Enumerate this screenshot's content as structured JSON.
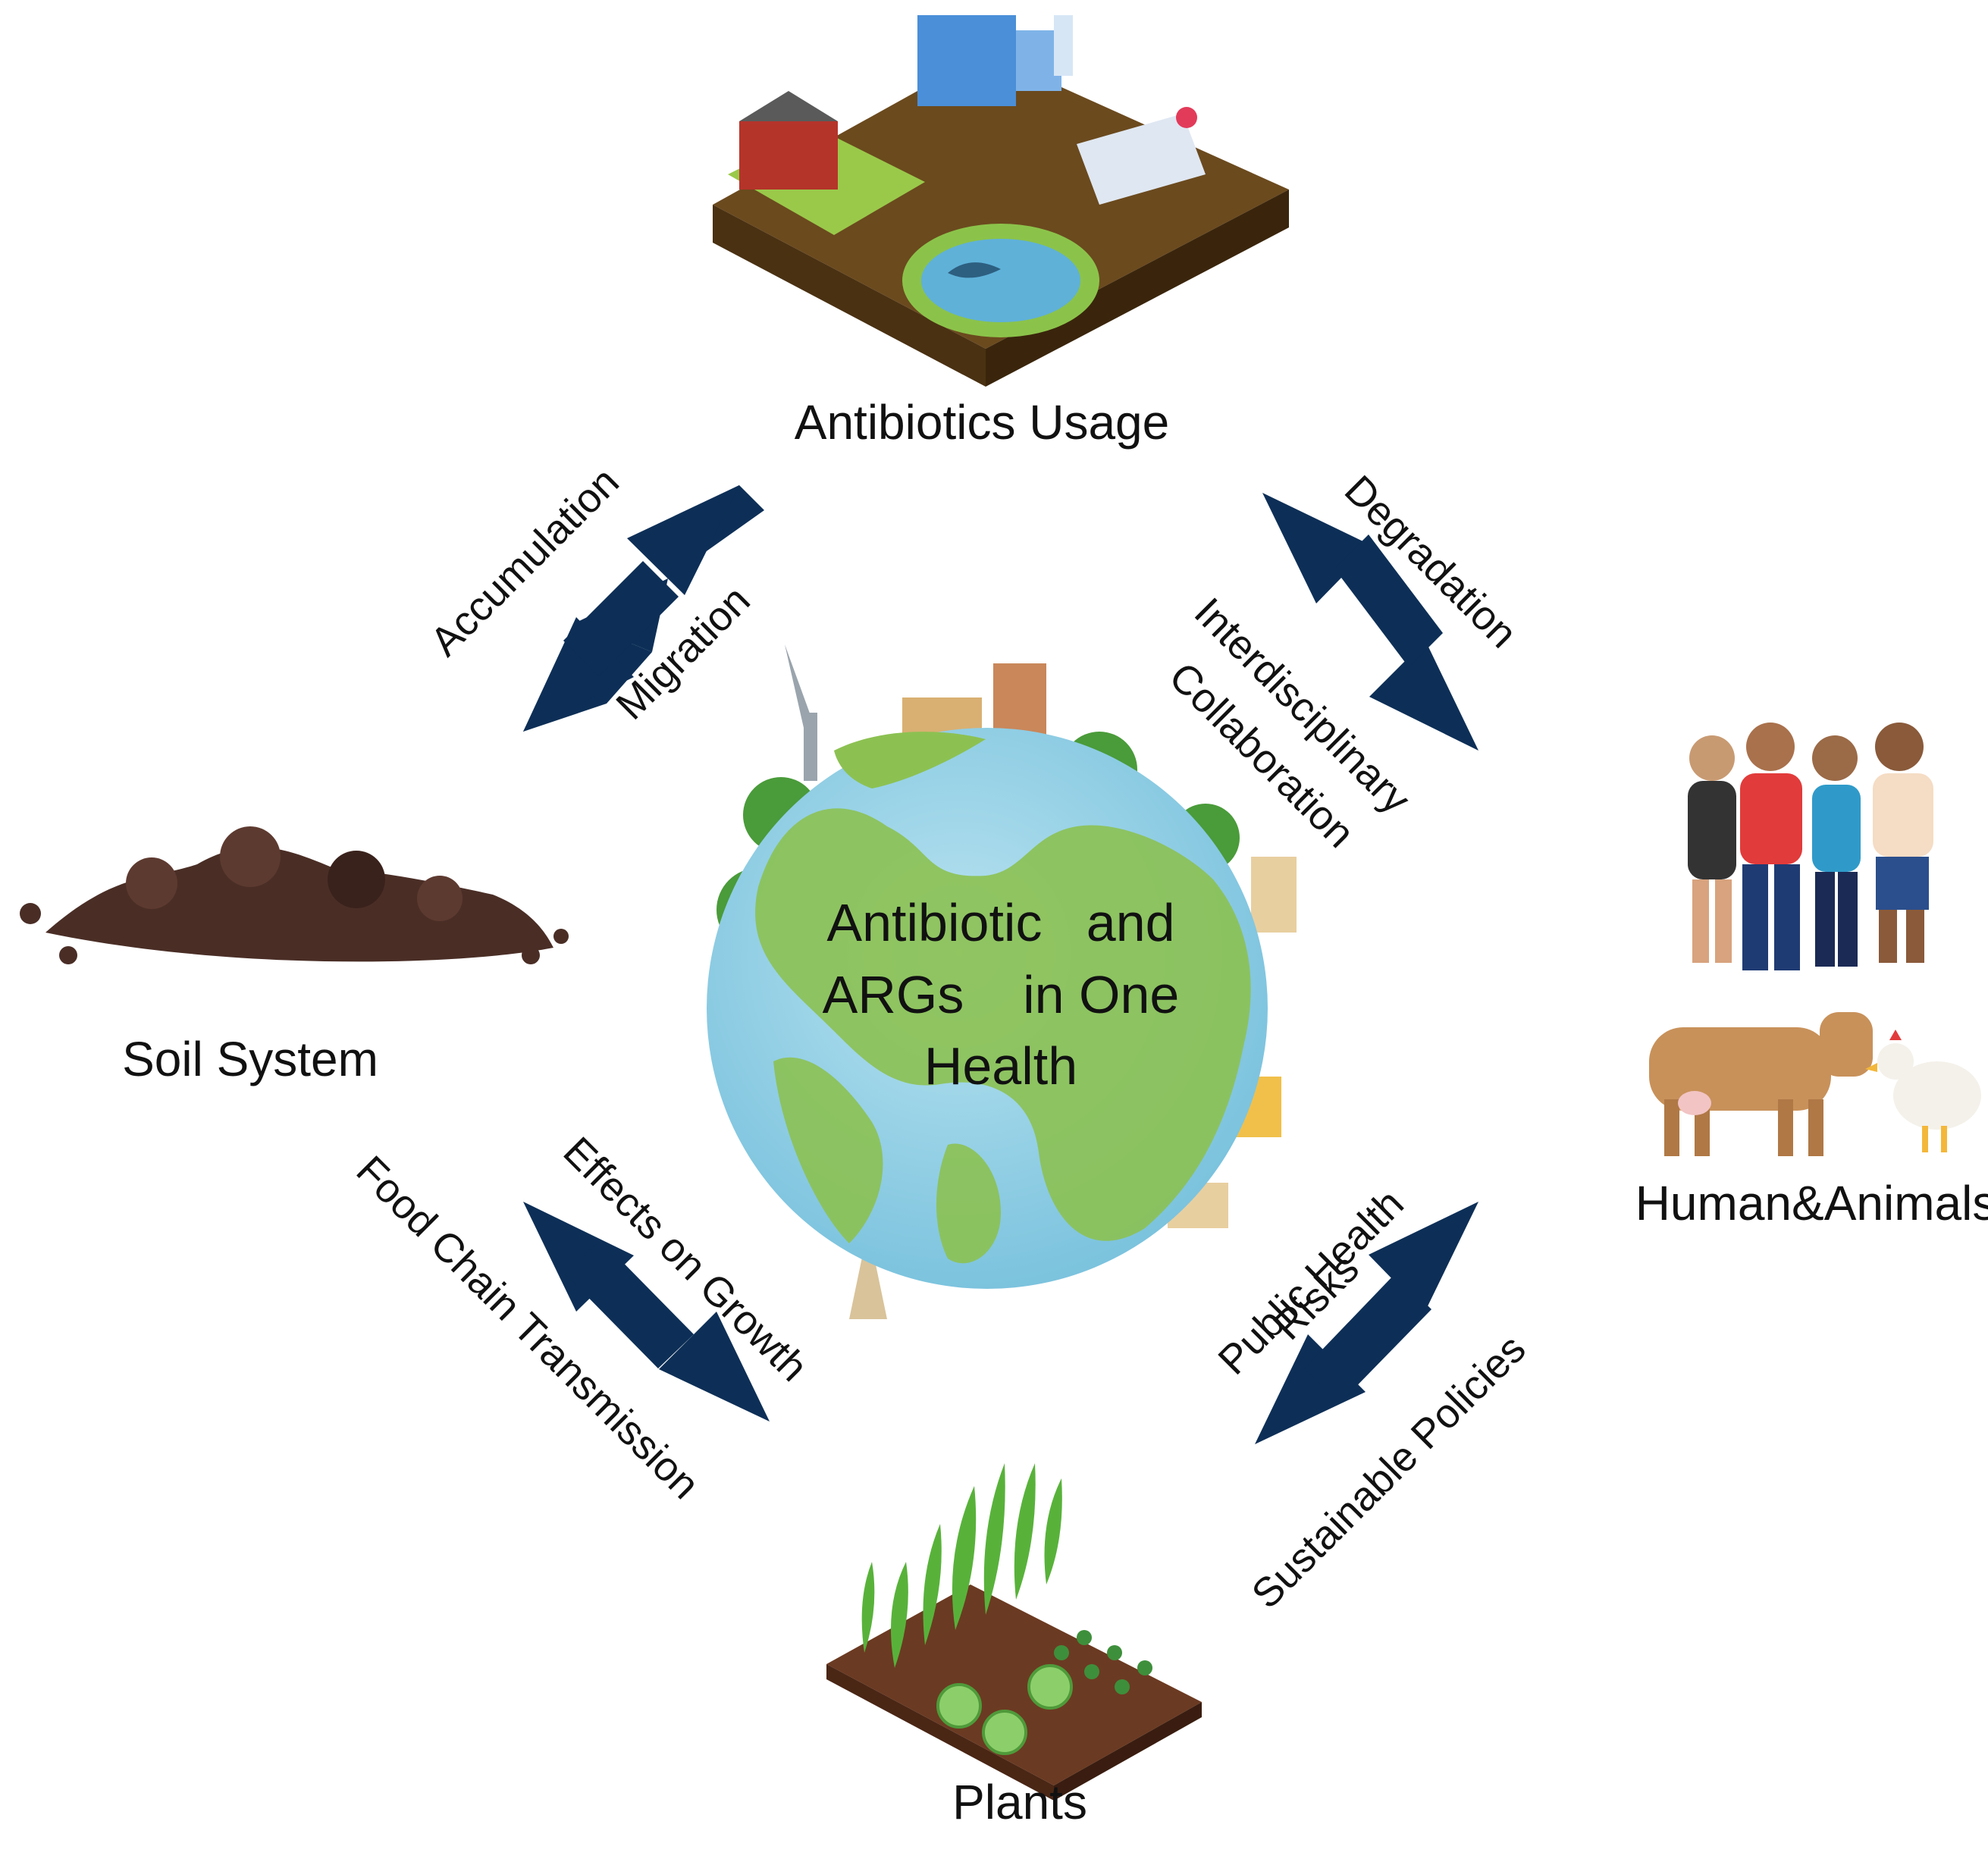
{
  "center": {
    "line1": "Antibiotic   and",
    "line2": "ARGs    in One",
    "line3": "Health"
  },
  "nodes": {
    "top": "Antibiotics Usage",
    "left": "Soil System",
    "right": "Human&Animals",
    "bottom": "Plants"
  },
  "edges": {
    "top_left": {
      "outer": "Accumulation",
      "inner": "Migration"
    },
    "top_right": {
      "outer": "Degradation",
      "inner_line1": "Interdisciplinary",
      "inner_line2": "Collaboration"
    },
    "bottom_left": {
      "outer": "Food Chain Transmission",
      "inner": "Effects on Growth"
    },
    "bottom_right": {
      "outer": "Sustainable Policies",
      "inner_line1": "Public Health",
      "inner_line2": "Risks"
    }
  },
  "colors": {
    "arrow": "#0d2f57",
    "globe_land": "#8cc152",
    "globe_water": "#8fd0e8",
    "soil": "#4a2e26"
  }
}
